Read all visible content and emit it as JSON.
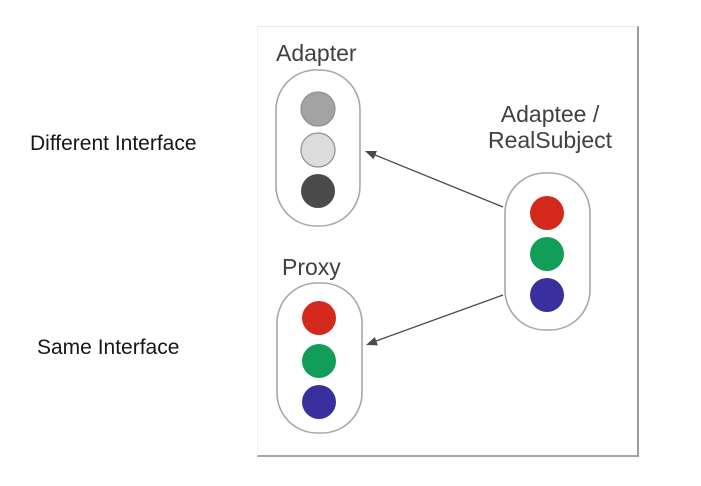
{
  "left_labels": {
    "different_interface": "Different Interface",
    "same_interface": "Same Interface"
  },
  "diagram": {
    "adapter": {
      "label": "Adapter",
      "circle_colors": [
        "#a3a3a3",
        "#dcdcdc",
        "#4b4b4b"
      ]
    },
    "adaptee": {
      "label_line1": "Adaptee /",
      "label_line2": "RealSubject",
      "circle_colors": [
        "#d4281c",
        "#129e58",
        "#3a2f9f"
      ]
    },
    "proxy": {
      "label": "Proxy",
      "circle_colors": [
        "#d4281c",
        "#129e58",
        "#3a2f9f"
      ]
    },
    "colors": {
      "capsule_stroke": "#a8a8a8",
      "arrow": "#4a4a4a",
      "gray_circle_rim": "#909090"
    }
  }
}
